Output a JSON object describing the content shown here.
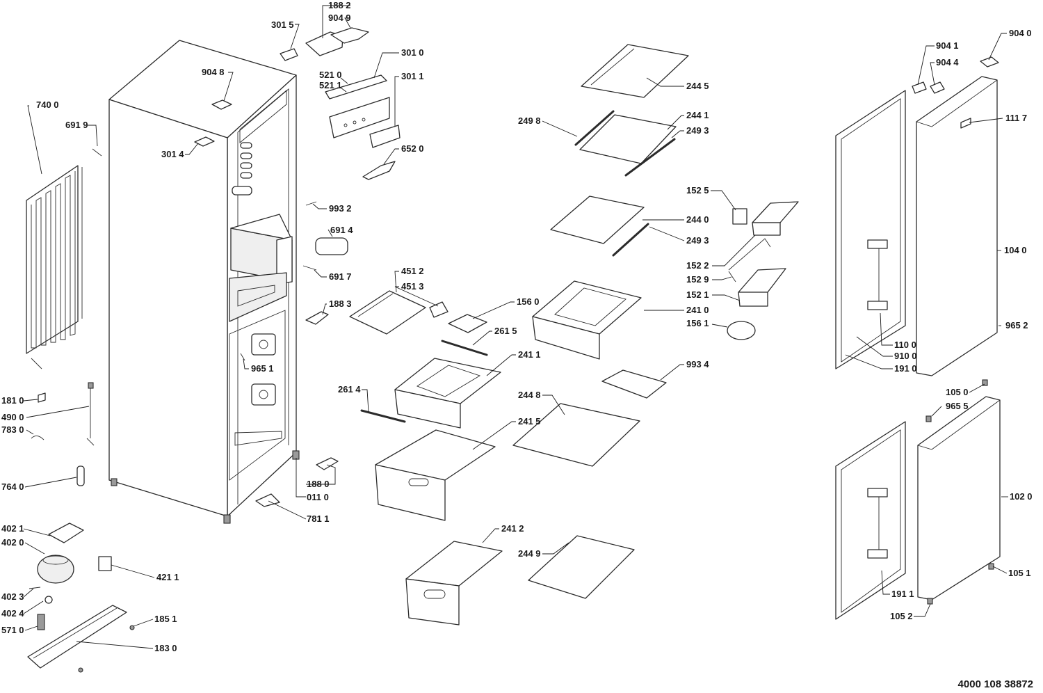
{
  "document_number": "4000 108 38872",
  "callouts": [
    {
      "id": "c-1882",
      "label": "188 2"
    },
    {
      "id": "c-9049",
      "label": "904 9"
    },
    {
      "id": "c-3015",
      "label": "301 5"
    },
    {
      "id": "c-3010",
      "label": "301 0"
    },
    {
      "id": "c-3011",
      "label": "301 1"
    },
    {
      "id": "c-5210",
      "label": "521 0"
    },
    {
      "id": "c-5211",
      "label": "521 1"
    },
    {
      "id": "c-9048",
      "label": "904 8"
    },
    {
      "id": "c-7400",
      "label": "740 0"
    },
    {
      "id": "c-6919",
      "label": "691 9"
    },
    {
      "id": "c-3014",
      "label": "301 4"
    },
    {
      "id": "c-6520",
      "label": "652 0"
    },
    {
      "id": "c-9932",
      "label": "993 2"
    },
    {
      "id": "c-6914",
      "label": "691 4"
    },
    {
      "id": "c-6917",
      "label": "691 7"
    },
    {
      "id": "c-4512",
      "label": "451 2"
    },
    {
      "id": "c-4513",
      "label": "451 3"
    },
    {
      "id": "c-1883",
      "label": "188 3"
    },
    {
      "id": "c-1560",
      "label": "156 0"
    },
    {
      "id": "c-2615",
      "label": "261 5"
    },
    {
      "id": "c-9651",
      "label": "965 1"
    },
    {
      "id": "c-2411",
      "label": "241 1"
    },
    {
      "id": "c-2614",
      "label": "261 4"
    },
    {
      "id": "c-1810",
      "label": "181 0"
    },
    {
      "id": "c-4900",
      "label": "490 0"
    },
    {
      "id": "c-7830",
      "label": "783 0"
    },
    {
      "id": "c-7640",
      "label": "764 0"
    },
    {
      "id": "c-1880",
      "label": "188 0"
    },
    {
      "id": "c-0110",
      "label": "011 0"
    },
    {
      "id": "c-7811",
      "label": "781 1"
    },
    {
      "id": "c-2415",
      "label": "241 5"
    },
    {
      "id": "c-2412",
      "label": "241 2"
    },
    {
      "id": "c-4021",
      "label": "402 1"
    },
    {
      "id": "c-4020",
      "label": "402 0"
    },
    {
      "id": "c-4211",
      "label": "421 1"
    },
    {
      "id": "c-4023",
      "label": "402 3"
    },
    {
      "id": "c-4024",
      "label": "402 4"
    },
    {
      "id": "c-1851",
      "label": "185 1"
    },
    {
      "id": "c-5710",
      "label": "571 0"
    },
    {
      "id": "c-1830",
      "label": "183 0"
    },
    {
      "id": "c-2445",
      "label": "244 5"
    },
    {
      "id": "c-2441",
      "label": "244 1"
    },
    {
      "id": "c-2498",
      "label": "249 8"
    },
    {
      "id": "c-2493a",
      "label": "249 3"
    },
    {
      "id": "c-2440",
      "label": "244 0"
    },
    {
      "id": "c-2493b",
      "label": "249 3"
    },
    {
      "id": "c-1525",
      "label": "152 5"
    },
    {
      "id": "c-1522",
      "label": "152 2"
    },
    {
      "id": "c-1529",
      "label": "152 9"
    },
    {
      "id": "c-1521",
      "label": "152 1"
    },
    {
      "id": "c-1561",
      "label": "156 1"
    },
    {
      "id": "c-2410",
      "label": "241 0"
    },
    {
      "id": "c-9934",
      "label": "993 4"
    },
    {
      "id": "c-2448",
      "label": "244 8"
    },
    {
      "id": "c-2449",
      "label": "244 9"
    },
    {
      "id": "c-9041",
      "label": "904 1"
    },
    {
      "id": "c-9044",
      "label": "904 4"
    },
    {
      "id": "c-9040",
      "label": "904 0"
    },
    {
      "id": "c-1117",
      "label": "111 7"
    },
    {
      "id": "c-1040",
      "label": "104 0"
    },
    {
      "id": "c-9652",
      "label": "965 2"
    },
    {
      "id": "c-1100",
      "label": "110 0"
    },
    {
      "id": "c-9100",
      "label": "910 0"
    },
    {
      "id": "c-1910",
      "label": "191 0"
    },
    {
      "id": "c-1050",
      "label": "105 0"
    },
    {
      "id": "c-9655",
      "label": "965 5"
    },
    {
      "id": "c-1020",
      "label": "102 0"
    },
    {
      "id": "c-1051",
      "label": "105 1"
    },
    {
      "id": "c-1911",
      "label": "191 1"
    },
    {
      "id": "c-1052",
      "label": "105 2"
    }
  ]
}
